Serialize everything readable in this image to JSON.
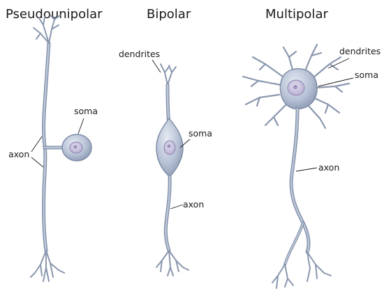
{
  "figure": {
    "panels": [
      {
        "title": "Pseudounipolar",
        "labels": {
          "soma": "soma",
          "axon": "axon"
        }
      },
      {
        "title": "Bipolar",
        "labels": {
          "dendrites": "dendrites",
          "soma": "soma",
          "axon": "axon"
        }
      },
      {
        "title": "Multipolar",
        "labels": {
          "dendrites": "dendrites",
          "soma": "soma",
          "axon": "axon"
        }
      }
    ],
    "colors": {
      "membrane": "#7f8da6",
      "fill": "#aebad0",
      "highlight": "#d8dfeb",
      "nucleus": "#c9c3dc",
      "nucleolus": "#9a90b8"
    }
  }
}
